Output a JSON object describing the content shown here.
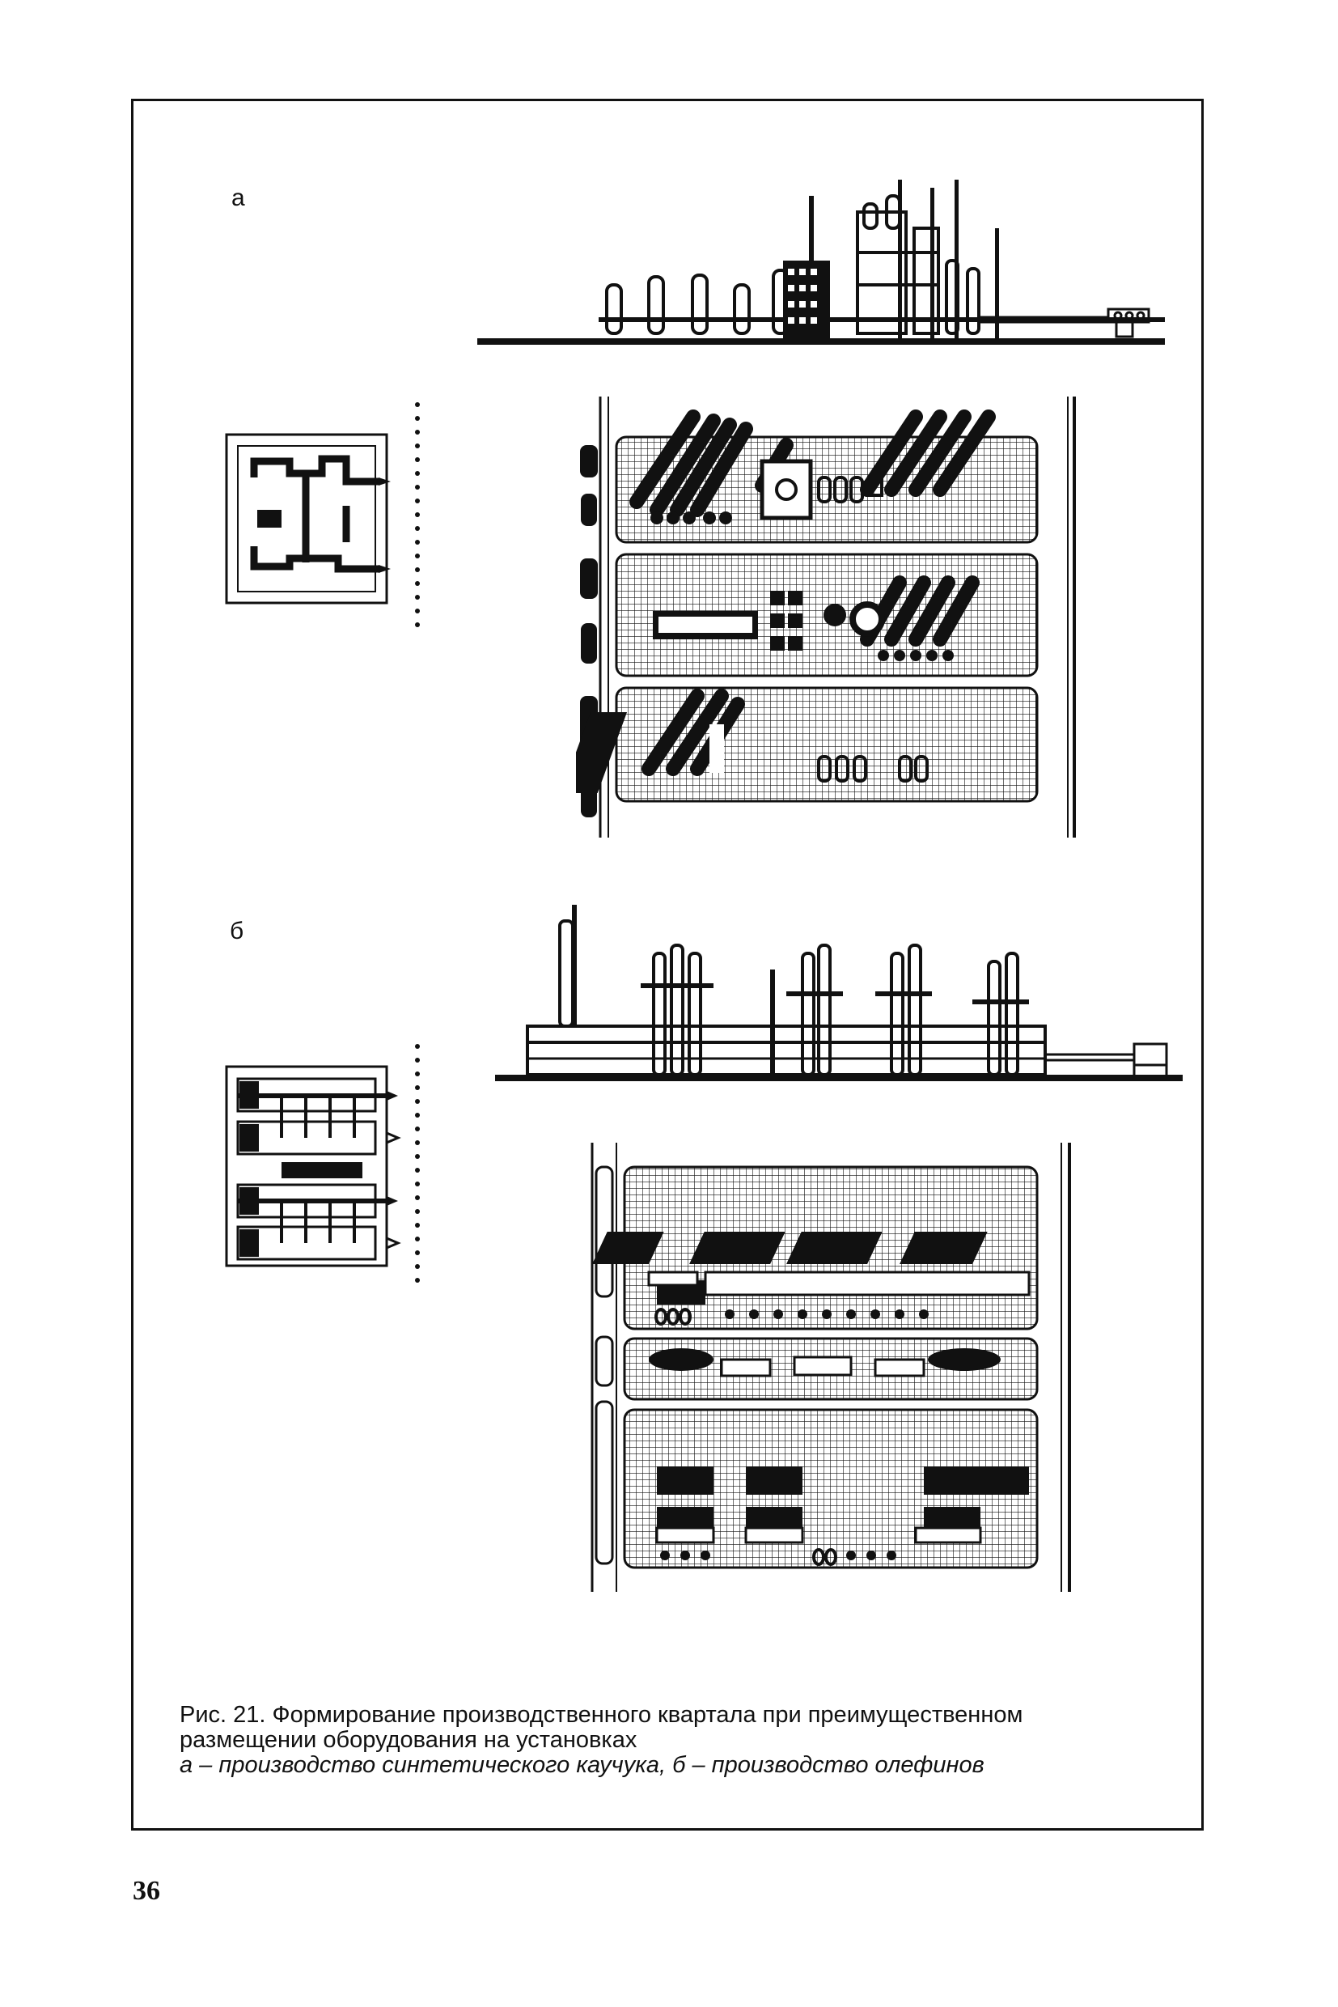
{
  "figure": {
    "label_a": "а",
    "label_b": "б"
  },
  "caption": {
    "line1": "Рис. 21. Формирование производственного квартала при преимущественном",
    "line2": "размещении оборудования на установках",
    "line3": "а – производство синтетического каучука, б – производство олефинов"
  },
  "page": {
    "number": "36"
  }
}
